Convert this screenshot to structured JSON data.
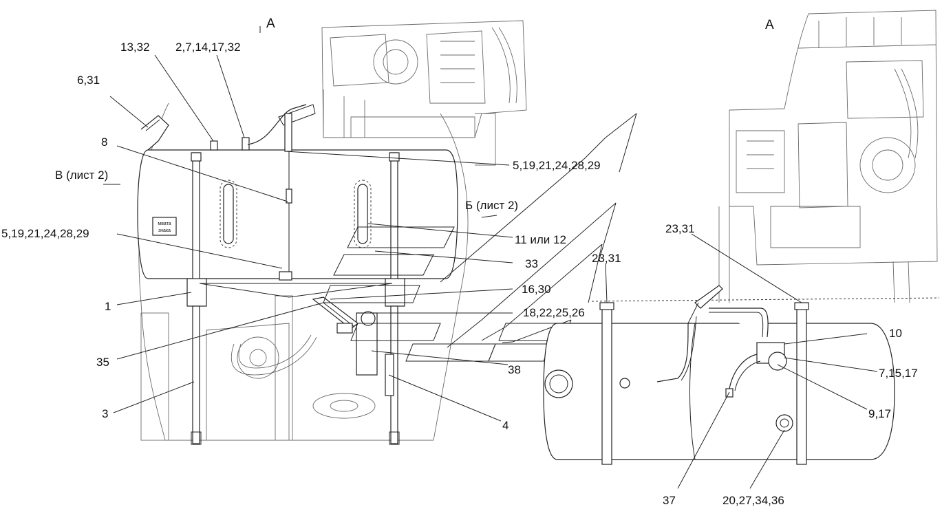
{
  "view_labels": {
    "view_a_top": "А",
    "view_a_right": "А"
  },
  "refs": {
    "b_sheet": "В (лист 2)",
    "b2_sheet": "Б (лист 2)"
  },
  "callouts": {
    "c_13_32": "13,32",
    "c_2_7_14_17_32": "2,7,14,17,32",
    "c_6_31": "6,31",
    "c_8": "8",
    "c_5_19_top": "5,19,21,24,28,29",
    "c_5_19_left": "5,19,21,24,28,29",
    "c_11_12": "11 или 12",
    "c_33": "33",
    "c_16_30": "16,30",
    "c_18_22": "18,22,25,26",
    "c_1": "1",
    "c_35": "35",
    "c_38": "38",
    "c_3": "3",
    "c_4": "4",
    "c_23_31_a": "23,31",
    "c_23_31_b": "23,31",
    "c_10": "10",
    "c_7_15_17": "7,15,17",
    "c_9_17": "9,17",
    "c_37": "37",
    "c_20_27": "20,27,34,36"
  },
  "tank_label": {
    "line1": "мвата",
    "line2": "знака"
  }
}
